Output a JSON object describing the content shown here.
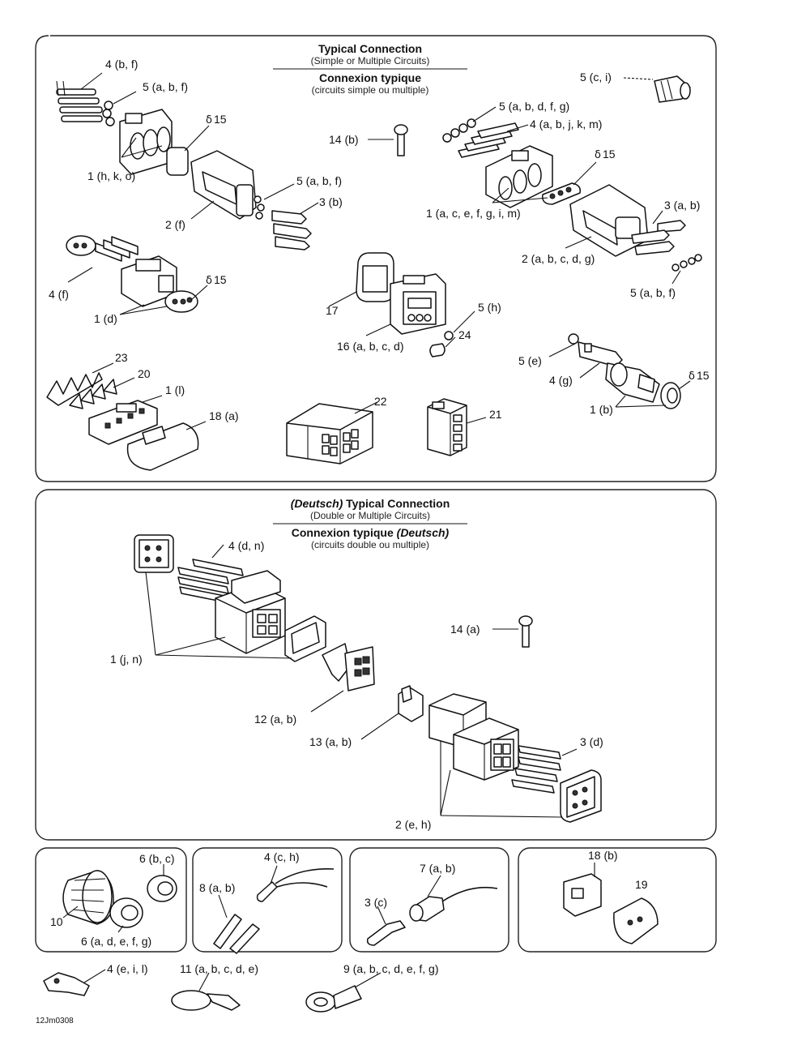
{
  "top_panel": {
    "title_en": "Typical Connection",
    "subtitle_en": "(Simple or Multiple Circuits)",
    "title_fr": "Connexion typique",
    "subtitle_fr": "(circuits simple ou multiple)"
  },
  "deutsch_panel": {
    "title_en_prefix": "(Deutsch)",
    "title_en": "Typical Connection",
    "subtitle_en": "(Double or Multiple Circuits)",
    "title_fr": "Connexion typique",
    "title_fr_suffix": "(Deutsch)",
    "subtitle_fr": "(circuits double ou multiple)"
  },
  "drop_symbol": "δ",
  "callouts": {
    "c_4bf": "4 (b, f)",
    "c_5abf_a": "5 (a, b, f)",
    "c_15_a": "15",
    "c_1hko": "1 (h, k, o)",
    "c_2f": "2 (f)",
    "c_5abf_b": "5 (a, b, f)",
    "c_3b": "3 (b)",
    "c_14b": "14 (b)",
    "c_5ci": "5 (c, i)",
    "c_5abdfg": "5 (a, b, d, f, g)",
    "c_4abjkm": "4 (a, b, j, k, m)",
    "c_15_b": "15",
    "c_1acefgim": "1 (a, c, e, f, g, i, m)",
    "c_3ab": "3 (a, b)",
    "c_2abcdg": "2 (a, b, c, d, g)",
    "c_5abf_c": "5 (a, b, f)",
    "c_4f": "4 (f)",
    "c_15_c": "15",
    "c_1d": "1 (d)",
    "c_17": "17",
    "c_5h": "5 (h)",
    "c_24": "24",
    "c_16abcd": "16 (a, b, c, d)",
    "c_5e": "5 (e)",
    "c_4g": "4 (g)",
    "c_15_d": "15",
    "c_1b": "1 (b)",
    "c_23": "23",
    "c_20": "20",
    "c_1l": "1 (l)",
    "c_18a": "18 (a)",
    "c_22": "22",
    "c_21": "21",
    "c_4dn": "4 (d, n)",
    "c_1jn": "1 (j, n)",
    "c_14a": "14 (a)",
    "c_12ab": "12 (a, b)",
    "c_13ab": "13 (a, b)",
    "c_3d": "3 (d)",
    "c_2eh": "2 (e, h)",
    "c_6bc": "6 (b, c)",
    "c_10": "10",
    "c_6adefg": "6 (a, d, e, f, g)",
    "c_4ch": "4 (c, h)",
    "c_8ab": "8 (a, b)",
    "c_7ab": "7 (a, b)",
    "c_3c": "3 (c)",
    "c_18b": "18 (b)",
    "c_19": "19",
    "c_4eil": "4 (e, i, l)",
    "c_11abcde": "11 (a, b, c, d, e)",
    "c_9abcdefg": "9 (a, b, c, d, e, f, g)"
  },
  "figure_id": "12Jm0308"
}
